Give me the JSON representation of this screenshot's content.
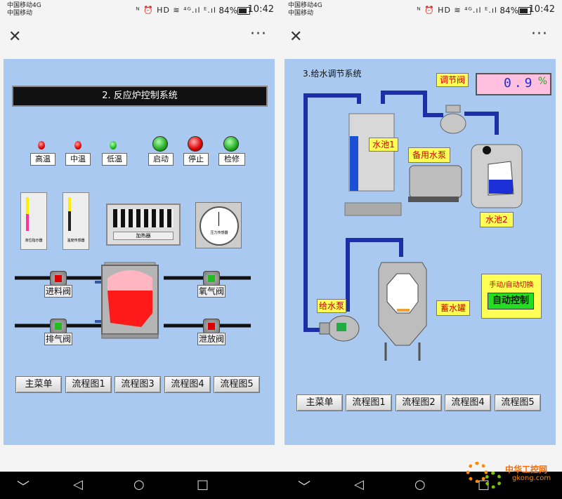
{
  "status": {
    "carrier_line1": "中国移动4G",
    "carrier_line2": "中国移动",
    "icons": "ᴺ ⏰ HD ≋ ⁴ᴳ.ıl ᴱ.ıl",
    "battery": "84%",
    "time": "10:42"
  },
  "topbar": {
    "close_icon": "✕",
    "more_icon": "···"
  },
  "left": {
    "title": "2. 反应炉控制系统",
    "indicators": [
      {
        "label": "高温",
        "color": "#dd0000"
      },
      {
        "label": "中温",
        "color": "#dd0000"
      },
      {
        "label": "低温",
        "color": "#22bb22"
      }
    ],
    "controls": [
      {
        "label": "启动",
        "color": "#22aa22"
      },
      {
        "label": "停止",
        "color": "#dd0000"
      },
      {
        "label": "检修",
        "color": "#22aa22"
      }
    ],
    "gauge1_label": "液位指示器",
    "gauge2_label": "温度传感器",
    "heater_label": "加热器",
    "pressure_label": "压力传感器",
    "valves": {
      "inlet": "进料阀",
      "oxygen": "氧气阀",
      "exhaust": "排气阀",
      "drain": "泄放阀"
    },
    "nav": [
      "主菜单",
      "流程图1",
      "流程图3",
      "流程图4",
      "流程图5"
    ]
  },
  "right": {
    "title": "3.给水调节系统",
    "reg_valve": "调节阀",
    "readout": "0.9",
    "readout_unit": "%",
    "pool1": "水池1",
    "pool2": "水池2",
    "spare_pump": "备用水泵",
    "feed_pump": "给水泵",
    "storage": "蓄水罐",
    "mode_title": "手动/自动切换",
    "mode_button": "自动控制",
    "nav": [
      "主菜单",
      "流程图1",
      "流程图2",
      "流程图4",
      "流程图5"
    ]
  },
  "android_nav": {
    "back": "◁",
    "home": "○",
    "recent": "□",
    "menu": "﹀"
  },
  "watermark": {
    "title": "中华工控网",
    "url": "gkong.com"
  }
}
